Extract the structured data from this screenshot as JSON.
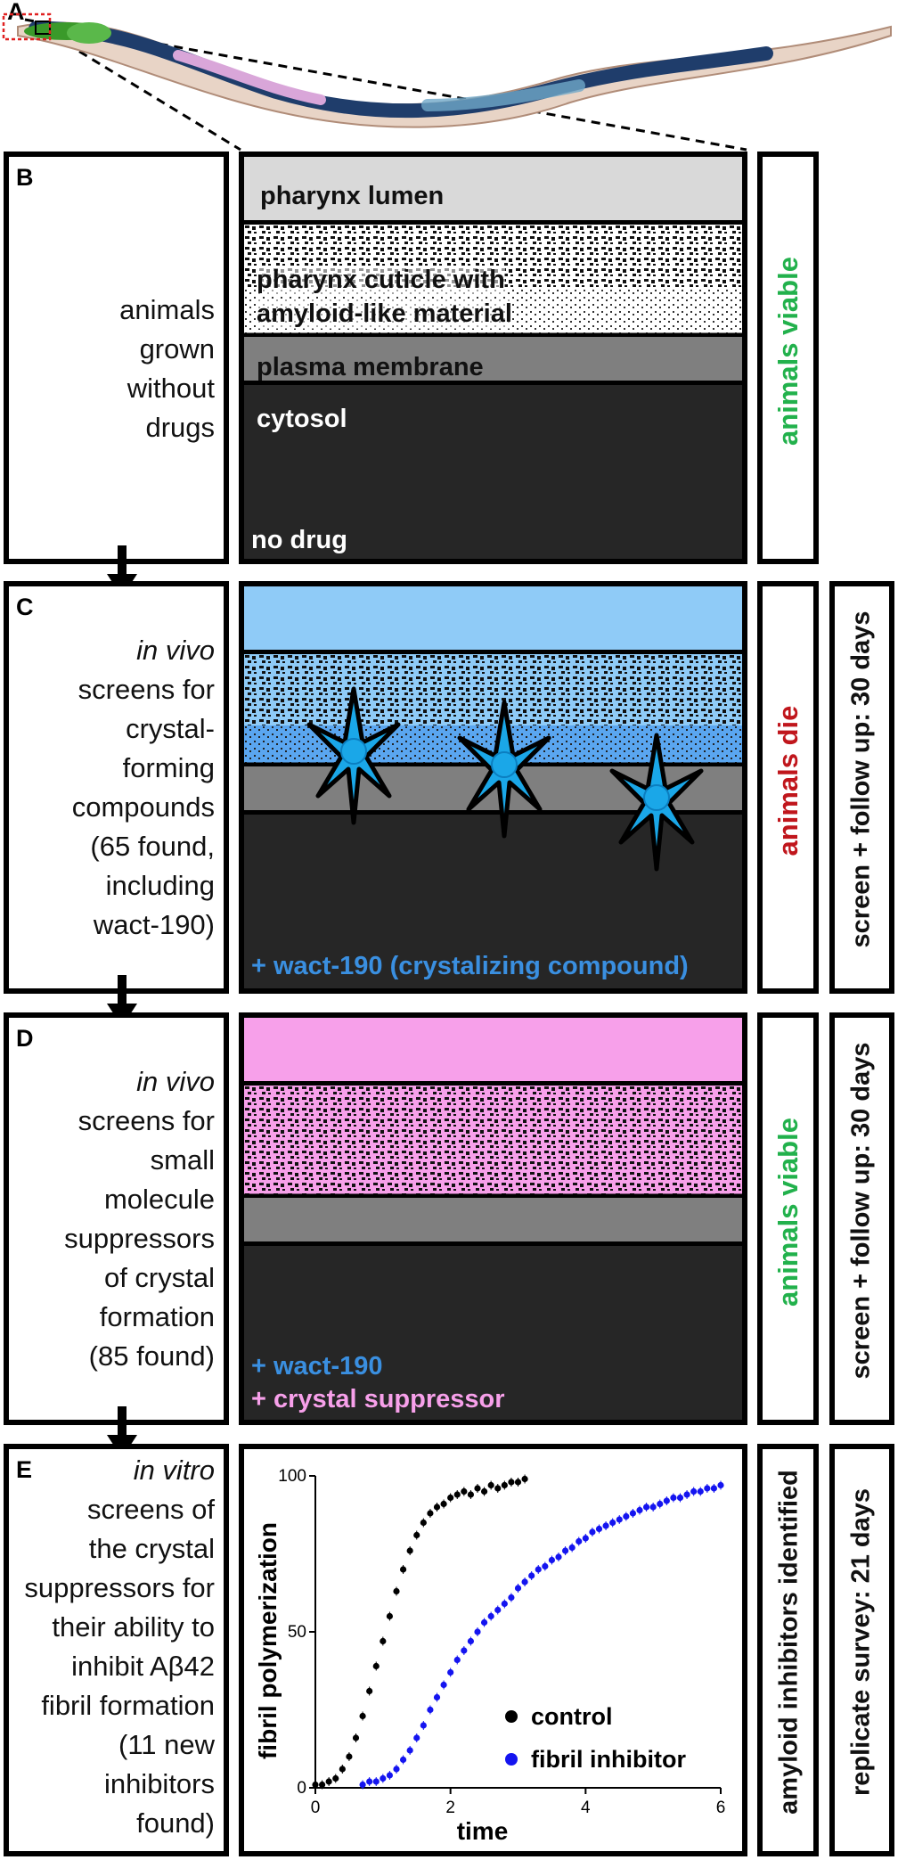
{
  "panelA": {
    "letter": "A"
  },
  "panelB": {
    "letter": "B",
    "description": [
      "animals",
      "grown",
      "without",
      "drugs"
    ],
    "layers": {
      "lumen": "pharynx lumen",
      "cuticle_line1": "pharynx cuticle with",
      "cuticle_line2": "amyloid-like material",
      "membrane": "plasma membrane",
      "cytosol": "cytosol"
    },
    "condition": "no drug",
    "outcome": "animals viable",
    "colors": {
      "lumen": "#d9d9d9",
      "membrane": "#7f7f7f",
      "cytosol": "#262626",
      "outcome": "#22b14c"
    }
  },
  "panelC": {
    "letter": "C",
    "description_italic": "in vivo",
    "description": [
      "screens for",
      "crystal-",
      "forming",
      "compounds",
      "(65 found,",
      "including",
      "wact-190)"
    ],
    "condition": "+ wact-190 (crystalizing compound)",
    "outcome": "animals die",
    "timing": "screen + follow up: 30 days",
    "colors": {
      "lumen": "#8fcbf7",
      "crystal": "#1aa7e8",
      "condition": "#3a8fe0",
      "outcome": "#c0161c"
    }
  },
  "panelD": {
    "letter": "D",
    "description_italic": "in vivo",
    "description": [
      "screens for",
      "small",
      "molecule",
      "suppressors",
      "of crystal",
      "formation",
      "(85 found)"
    ],
    "condition_line1": "+ wact-190",
    "condition_line2": "+ crystal suppressor",
    "outcome": "animals viable",
    "timing": "screen + follow up: 30 days",
    "colors": {
      "lumen": "#f7a0ea",
      "condition1": "#3a8fe0",
      "condition2": "#f7a0ea",
      "outcome": "#22b14c"
    }
  },
  "panelE": {
    "letter": "E",
    "description_italic": "in vitro",
    "description": [
      "screens of",
      "the crystal",
      "suppressors for",
      "their ability to",
      "inhibit Aβ42",
      "fibril formation",
      "(11 new",
      "inhibitors",
      "found)"
    ],
    "outcome": "amyloid inhibitors identified",
    "timing": "replicate survey: 21 days"
  },
  "chart_data": {
    "type": "scatter",
    "xlabel": "time",
    "ylabel": "fibril polymerization",
    "xlim": [
      0,
      6
    ],
    "ylim": [
      0,
      100
    ],
    "xticks": [
      "0",
      "2",
      "4",
      "6"
    ],
    "yticks": [
      "0",
      "50",
      "100"
    ],
    "legend_position": "bottom-right",
    "series": [
      {
        "name": "control",
        "color": "#000000",
        "x": [
          0.0,
          0.1,
          0.2,
          0.3,
          0.4,
          0.5,
          0.6,
          0.7,
          0.8,
          0.9,
          1.0,
          1.1,
          1.2,
          1.3,
          1.4,
          1.5,
          1.6,
          1.7,
          1.8,
          1.9,
          2.0,
          2.1,
          2.2,
          2.3,
          2.4,
          2.5,
          2.6,
          2.7,
          2.8,
          2.9,
          3.0,
          3.1
        ],
        "y": [
          1,
          1,
          2,
          3,
          6,
          10,
          16,
          23,
          31,
          39,
          47,
          55,
          63,
          70,
          76,
          81,
          85,
          88,
          90,
          91,
          93,
          94,
          95,
          94,
          96,
          95,
          97,
          96,
          97,
          98,
          98,
          99
        ]
      },
      {
        "name": "fibril inhibitor",
        "color": "#1414f0",
        "x": [
          0.7,
          0.8,
          0.9,
          1.0,
          1.1,
          1.2,
          1.3,
          1.4,
          1.5,
          1.6,
          1.7,
          1.8,
          1.9,
          2.0,
          2.1,
          2.2,
          2.3,
          2.4,
          2.5,
          2.6,
          2.7,
          2.8,
          2.9,
          3.0,
          3.1,
          3.2,
          3.3,
          3.4,
          3.5,
          3.6,
          3.7,
          3.8,
          3.9,
          4.0,
          4.1,
          4.2,
          4.3,
          4.4,
          4.5,
          4.6,
          4.7,
          4.8,
          4.9,
          5.0,
          5.1,
          5.2,
          5.3,
          5.4,
          5.5,
          5.6,
          5.7,
          5.8,
          5.9,
          6.0
        ],
        "y": [
          1,
          2,
          2,
          3,
          4,
          6,
          9,
          12,
          16,
          20,
          25,
          29,
          33,
          37,
          41,
          44,
          47,
          50,
          53,
          55,
          57,
          59,
          61,
          64,
          66,
          68,
          70,
          71,
          73,
          74,
          76,
          77,
          79,
          80,
          82,
          83,
          84,
          85,
          86,
          87,
          88,
          89,
          90,
          90,
          91,
          92,
          93,
          93,
          94,
          95,
          95,
          96,
          96,
          97
        ]
      }
    ]
  }
}
